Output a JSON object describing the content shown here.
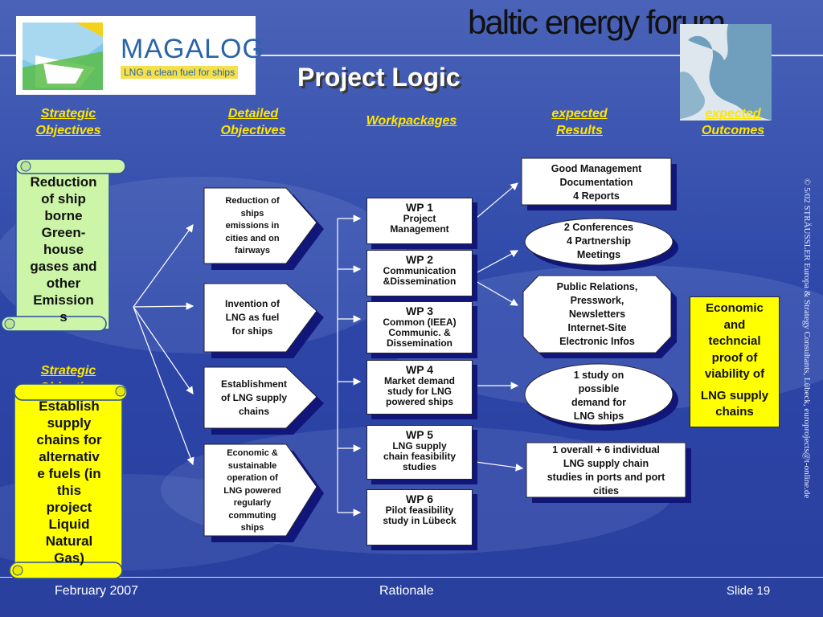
{
  "header": {
    "forum_title": "baltic energy forum",
    "logo_name": "MAGALOG",
    "logo_tagline": "LNG a clean fuel for ships",
    "page_title": "Project Logic"
  },
  "columns": {
    "strategic_line1": "Strategic",
    "strategic_line2": "Objectives",
    "detailed_line1": "Detailed",
    "detailed_line2": "Objectives",
    "workpackages": "Workpackages",
    "results_line1": "expected",
    "results_line2": "Results",
    "outcomes_line1": "expected",
    "outcomes_line2": "Outcomes"
  },
  "strategic": {
    "scroll1_lines": [
      "Reduction",
      "of ship",
      "borne",
      "Green-",
      "house",
      "gases and",
      "other",
      "Emission",
      "s"
    ],
    "second_label_line1": "Strategic",
    "second_label_line2": "Objective",
    "scroll2_lines": [
      "Establish",
      "supply",
      "chains for",
      "alternativ",
      "e fuels (in",
      "this",
      "project",
      "Liquid",
      "Natural",
      "Gas)"
    ]
  },
  "detailed": [
    {
      "lines": [
        "Reduction of",
        "ships",
        "emissions in",
        "cities and on",
        "fairways"
      ]
    },
    {
      "lines": [
        "Invention of",
        "LNG as fuel",
        "for ships"
      ]
    },
    {
      "lines": [
        "Establishment",
        "of LNG supply",
        "chains"
      ]
    },
    {
      "lines": [
        "Economic &",
        "sustainable",
        "operation of",
        "LNG powered",
        "regularly",
        "commuting",
        "ships"
      ]
    }
  ],
  "workpackages": [
    {
      "number": "WP 1",
      "lines": [
        "Project",
        "Management"
      ]
    },
    {
      "number": "WP 2",
      "lines": [
        "Communication",
        "&Dissemination"
      ]
    },
    {
      "number": "WP 3",
      "lines": [
        "Common (IEEA)",
        "Communic. &",
        "Dissemination"
      ]
    },
    {
      "number": "WP 4",
      "lines": [
        "Market demand",
        "study for LNG",
        "powered ships"
      ]
    },
    {
      "number": "WP 5",
      "lines": [
        "LNG supply",
        "chain feasibility",
        "studies"
      ]
    },
    {
      "number": "WP 6",
      "lines": [
        "Pilot feasibility",
        "study in Lübeck"
      ]
    }
  ],
  "results": [
    {
      "lines": [
        "Good Management",
        "Documentation",
        "4 Reports"
      ]
    },
    {
      "lines": [
        "2 Conferences",
        "4 Partnership",
        "Meetings"
      ]
    },
    {
      "lines": [
        "Public Relations,",
        "Presswork,",
        "Newsletters",
        "Internet-Site",
        "Electronic Infos"
      ]
    },
    {
      "lines": [
        "1 study on",
        "possible",
        "demand for",
        "LNG ships"
      ]
    },
    {
      "lines": [
        "1 overall + 6 individual",
        "LNG supply chain",
        "studies in ports and port",
        "cities"
      ]
    }
  ],
  "outcome": {
    "lines": [
      "Economic",
      "and",
      "techncial",
      "proof of",
      "viability of",
      "",
      "LNG supply",
      "chains"
    ]
  },
  "footer": {
    "date": "February 2007",
    "center": "Rationale",
    "slide": "Slide 19"
  },
  "copyright": "© 5/02 STRÄUSSLER Europa & Strategy Consultants, Lübeck, europrojects@t-online.de",
  "colors": {
    "background": "#2c46a8",
    "heading_yellow": "#ffe600",
    "scroll_green": "#ccf5a8",
    "scroll_yellow": "#ffff00",
    "box_shadow": "#11167a"
  }
}
